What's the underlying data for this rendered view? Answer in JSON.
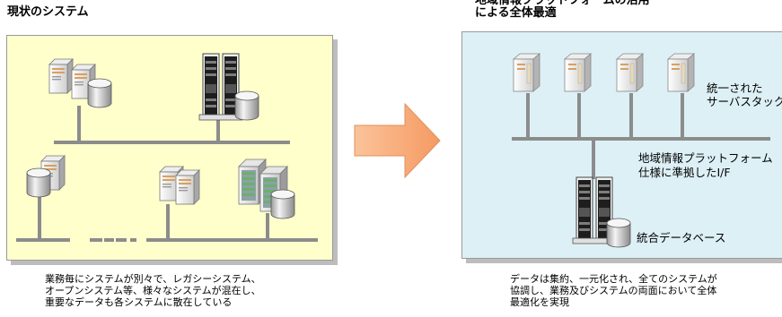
{
  "left": {
    "title": "現状のシステム",
    "caption": [
      "業務毎にシステムが別々で、レガシーシステム、",
      "オープンシステム等、様々なシステムが混在し、",
      "重要なデータも各システムに散在している"
    ]
  },
  "right": {
    "title": [
      "地域情報プラットフォームの活用",
      "による全体最適"
    ],
    "labels": {
      "unified_1": "統一された",
      "unified_2": "サーバスタック",
      "platform_1": "地域情報プラットフォーム",
      "platform_2": "仕様に準拠したI/F",
      "database": "統合データベース"
    },
    "caption": [
      "データは集約、一元化され、全てのシステムが",
      "協調し、業務及びシステムの両面において全体",
      "最適化を実現"
    ]
  },
  "colors": {
    "left_panel": "#ffffcc",
    "right_panel": "#ddf0f5",
    "arrow": "#f8a770",
    "line": "#8c8c8c"
  }
}
